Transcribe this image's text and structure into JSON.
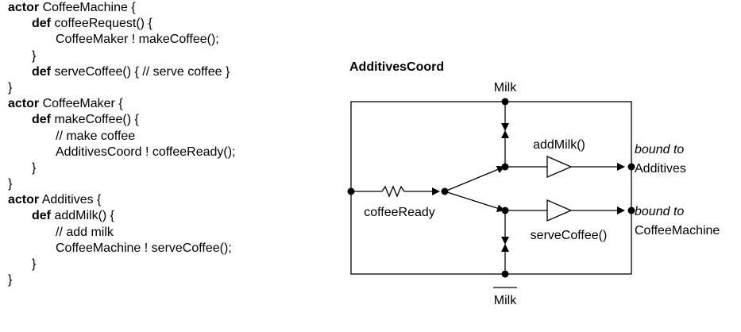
{
  "code": {
    "keyword_actor": "actor",
    "keyword_def": "def",
    "lines": [
      {
        "kw": "actor",
        "text": " CoffeeMachine {",
        "indent": 0
      },
      {
        "kw": "def",
        "text": " coffeeRequest() {",
        "indent": 1
      },
      {
        "kw": "",
        "text": "CoffeeMaker ! makeCoffee();",
        "indent": 2
      },
      {
        "kw": "",
        "text": "}",
        "indent": 1
      },
      {
        "kw": "def",
        "text": " serveCoffee() { // serve coffee }",
        "indent": 1
      },
      {
        "kw": "",
        "text": "}",
        "indent": 0
      },
      {
        "kw": "actor",
        "text": " CoffeeMaker {",
        "indent": 0
      },
      {
        "kw": "def",
        "text": " makeCoffee() {",
        "indent": 1
      },
      {
        "kw": "",
        "text": "// make coffee",
        "indent": 2
      },
      {
        "kw": "",
        "text": "AdditivesCoord ! coffeeReady();",
        "indent": 2
      },
      {
        "kw": "",
        "text": "}",
        "indent": 1
      },
      {
        "kw": "",
        "text": "}",
        "indent": 0
      },
      {
        "kw": "actor",
        "text": " Additives {",
        "indent": 0
      },
      {
        "kw": "def",
        "text": " addMilk() {",
        "indent": 1
      },
      {
        "kw": "",
        "text": "// add milk",
        "indent": 2
      },
      {
        "kw": "",
        "text": "CoffeeMachine ! serveCoffee();",
        "indent": 2
      },
      {
        "kw": "",
        "text": "}",
        "indent": 1
      },
      {
        "kw": "",
        "text": "}",
        "indent": 0
      }
    ]
  },
  "diagram": {
    "title": "AdditivesCoord",
    "milk_top": "Milk",
    "milk_bottom": "Milk",
    "input_label": "coffeeReady",
    "upper_label": "addMilk()",
    "lower_label": "serveCoffee()",
    "bound_upper_prefix": "bound to",
    "bound_upper_target": "Additives",
    "bound_lower_prefix": "bound to",
    "bound_lower_target": "CoffeeMachine"
  }
}
